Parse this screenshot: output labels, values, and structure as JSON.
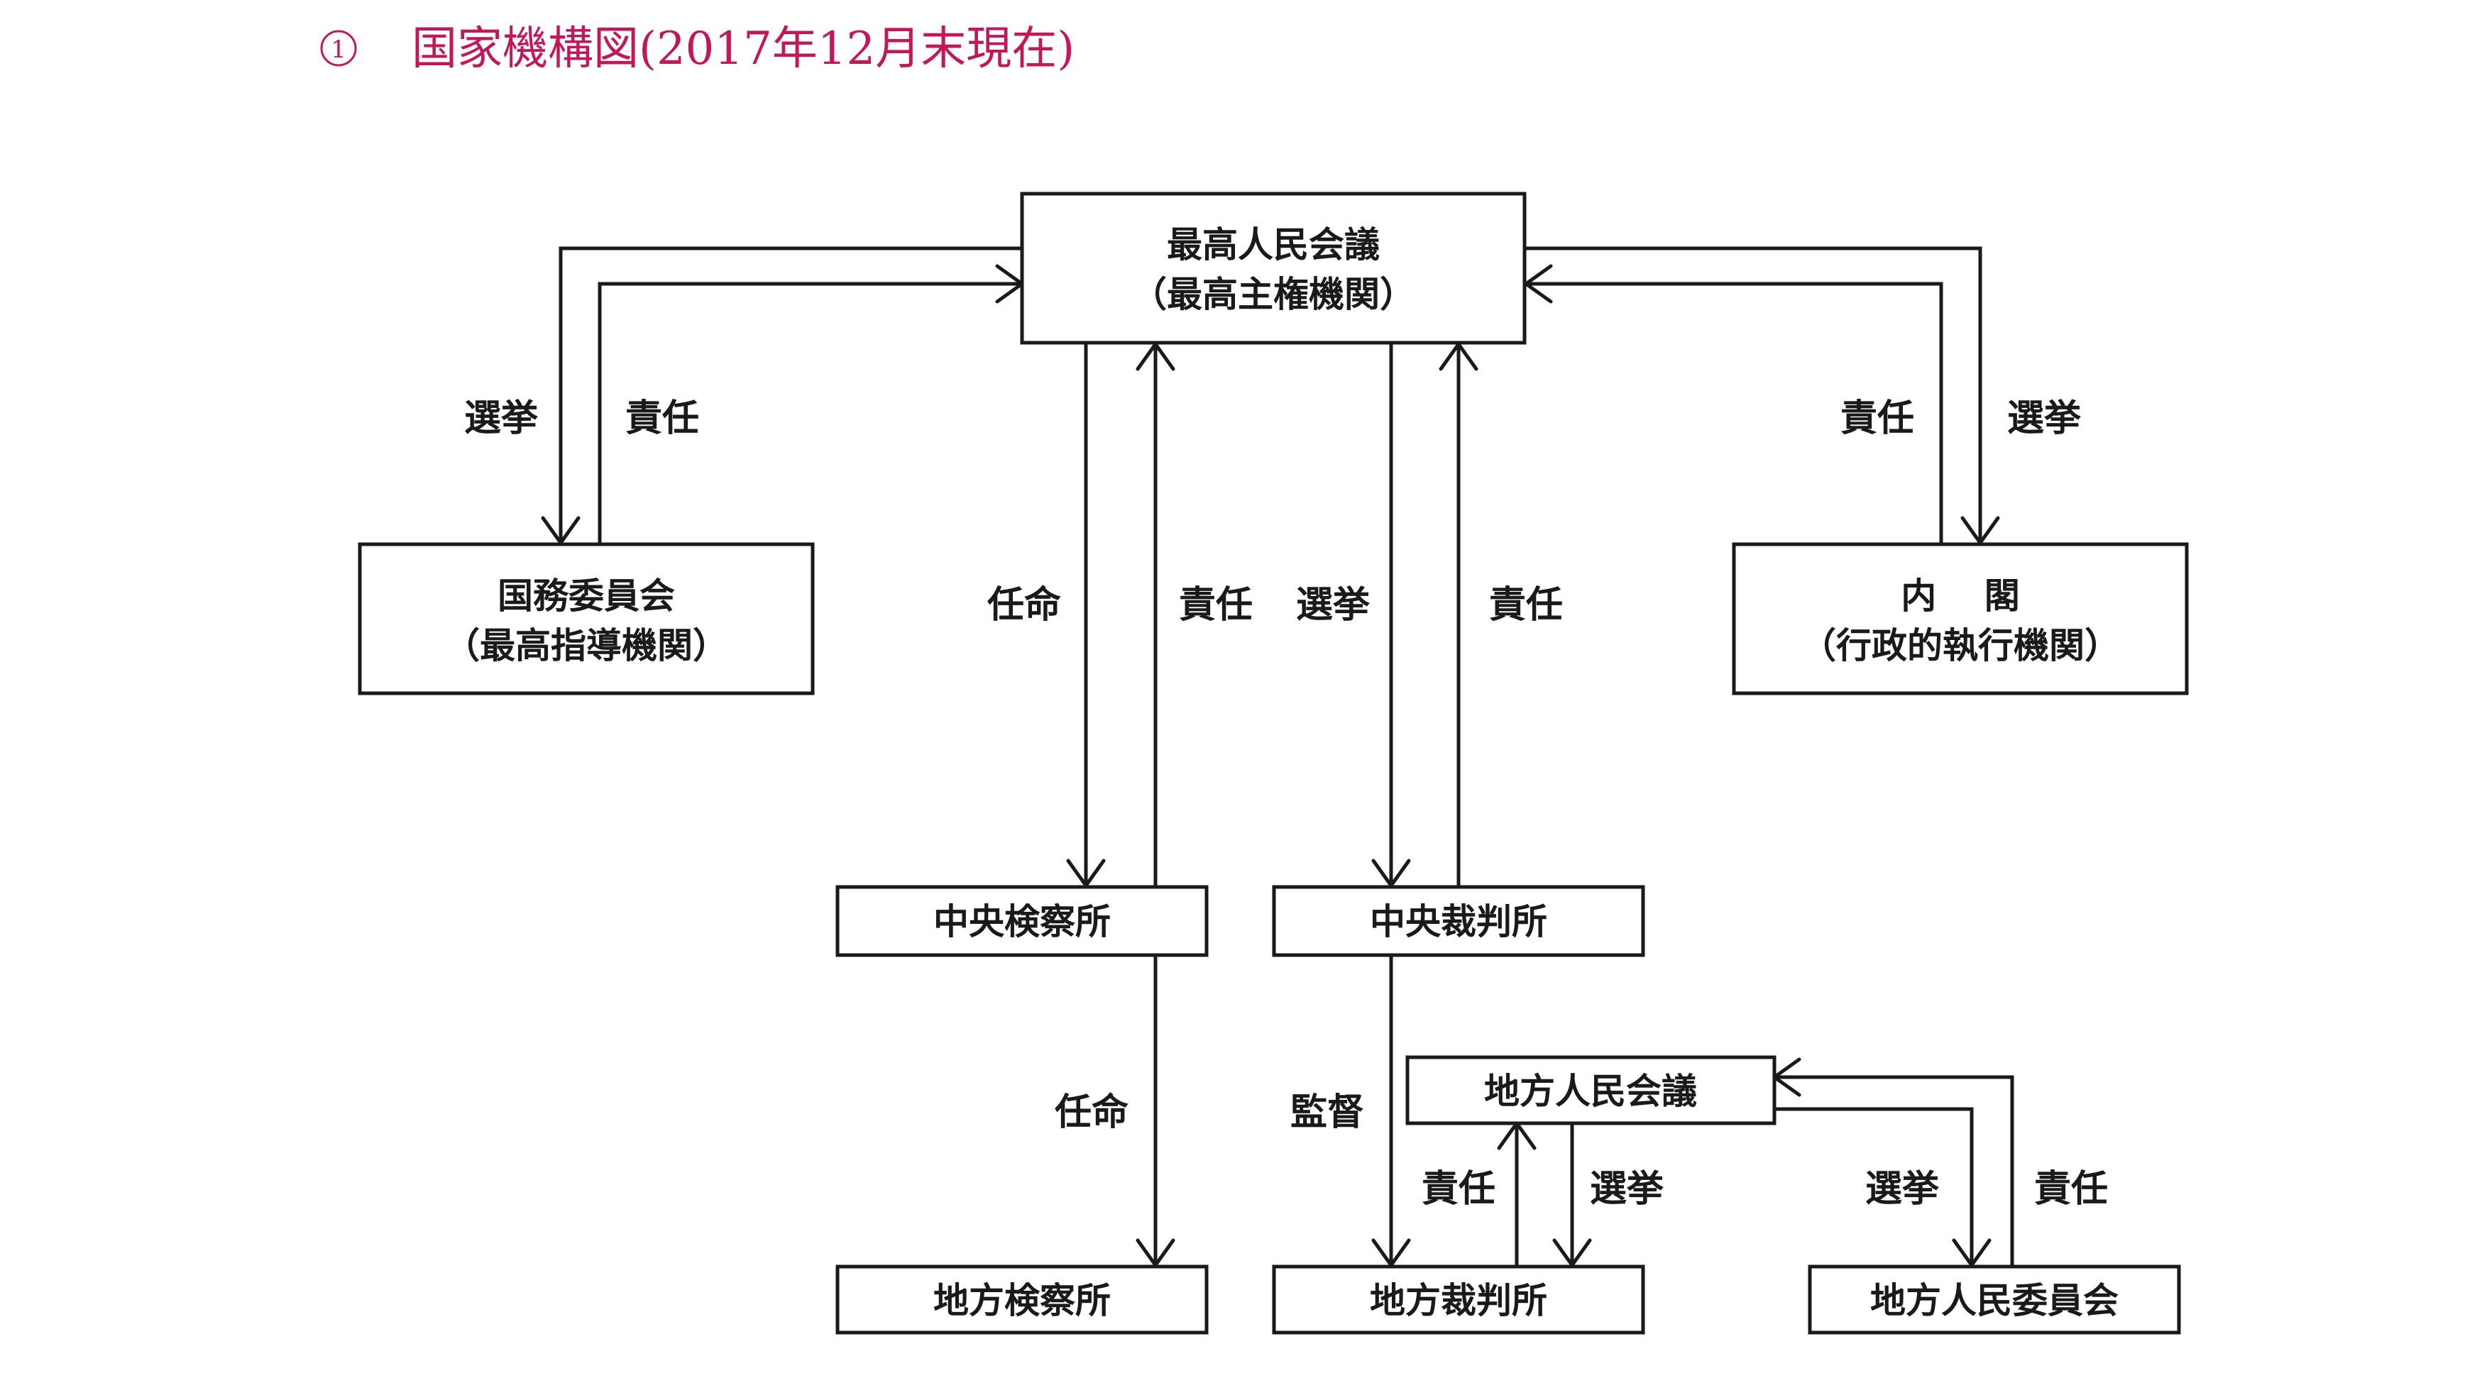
{
  "title": {
    "number": "1",
    "text": "国家機構図(2017年12月末現在)",
    "color": "#c2185b"
  },
  "nodes": {
    "supreme_assembly": {
      "line1": "最高人民会議",
      "line2": "（最高主権機関）"
    },
    "state_affairs": {
      "line1": "国務委員会",
      "line2": "（最高指導機関）"
    },
    "cabinet": {
      "line1": "内　 閣",
      "line2": "（行政的執行機関）"
    },
    "central_prosecutor": {
      "line1": "中央検察所"
    },
    "central_court": {
      "line1": "中央裁判所"
    },
    "local_assembly": {
      "line1": "地方人民会議"
    },
    "local_prosecutor": {
      "line1": "地方検察所"
    },
    "local_court": {
      "line1": "地方裁判所"
    },
    "local_committee": {
      "line1": "地方人民委員会"
    }
  },
  "edges": {
    "sa_to_state_election": "選挙",
    "state_to_sa_responsibility": "責任",
    "cabinet_to_sa_responsibility": "責任",
    "sa_to_cabinet_election": "選挙",
    "sa_to_prosecutor_appoint": "任命",
    "prosecutor_to_sa_responsibility": "責任",
    "sa_to_court_election": "選挙",
    "court_to_sa_responsibility": "責任",
    "prosecutor_to_local_appoint": "任命",
    "court_to_local_supervise": "監督",
    "local_court_to_assembly_responsibility": "責任",
    "assembly_to_local_court_election": "選挙",
    "assembly_to_committee_election": "選挙",
    "committee_to_assembly_responsibility": "責任"
  },
  "colors": {
    "line": "#1a1a1a",
    "title": "#c2185b",
    "background": "#ffffff"
  }
}
